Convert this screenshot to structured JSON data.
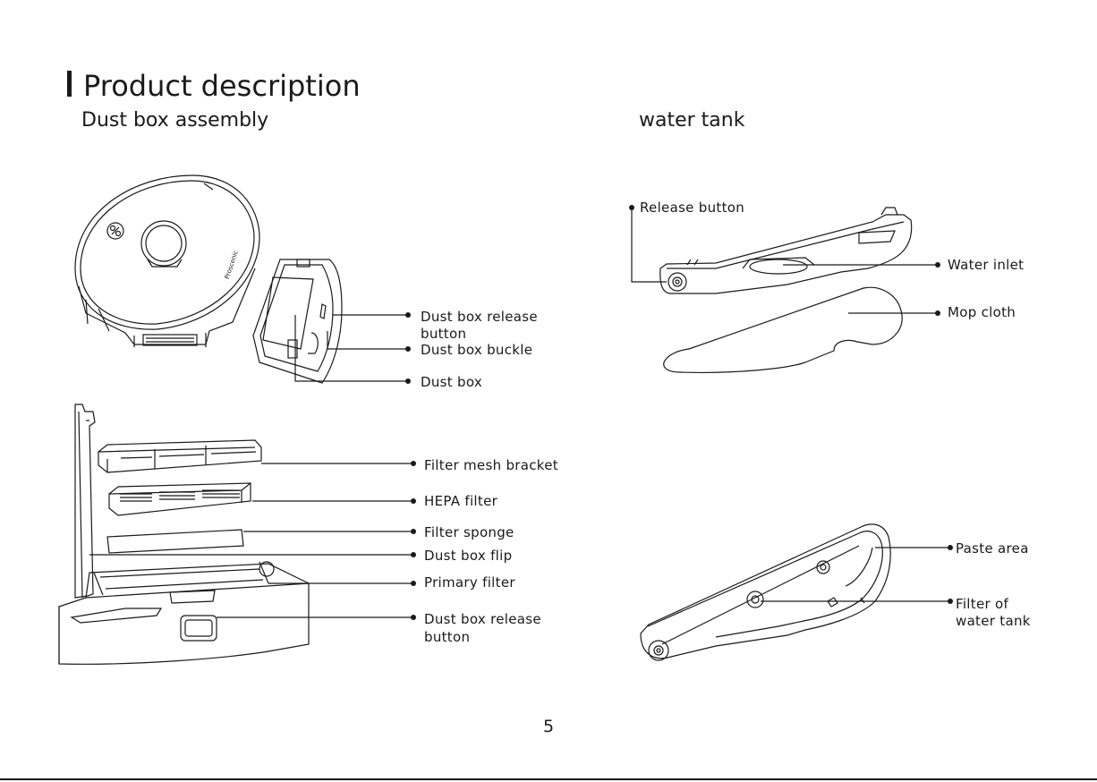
{
  "page": {
    "title": "Product description",
    "page_number": "5"
  },
  "sections": {
    "dust_box_assembly": {
      "heading": "Dust box assembly",
      "labels": {
        "release_button_top": "Dust box release",
        "release_button_top_2": "button",
        "buckle": "Dust box buckle",
        "dust_box": "Dust box",
        "filter_mesh_bracket": "Filter mesh bracket",
        "hepa_filter": "HEPA filter",
        "filter_sponge": "Filter sponge",
        "dust_box_flip": "Dust box flip",
        "primary_filter": "Primary filter",
        "release_button_bottom": "Dust box release",
        "release_button_bottom_2": "button"
      },
      "robot_brand": "Proscenic"
    },
    "water_tank": {
      "heading": "water tank",
      "labels": {
        "release_button": "Release button",
        "water_inlet": "Water inlet",
        "mop_cloth": "Mop cloth",
        "paste_area": "Paste area",
        "filter_of_water_tank": "Filter of",
        "filter_of_water_tank_2": "water tank"
      }
    }
  }
}
